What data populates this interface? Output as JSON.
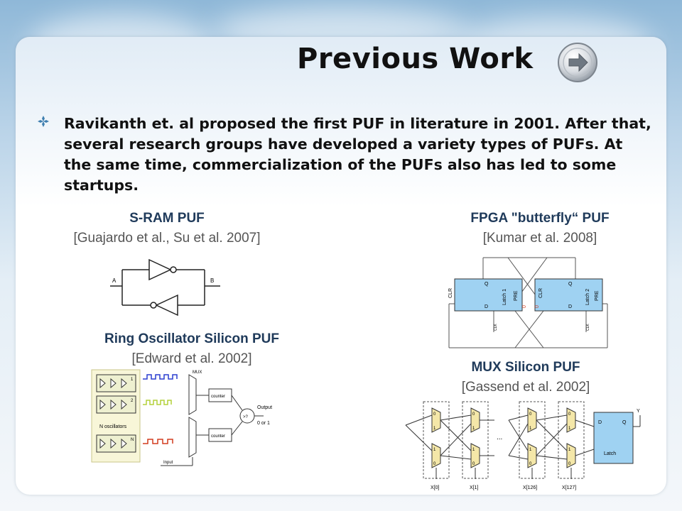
{
  "slide": {
    "title": "Previous Work",
    "bullet": "Ravikanth et. al proposed the first PUF in literature in 2001. After that, several research groups have developed a variety types of PUFs. At the same time, commercialization of the PUFs also has led to some startups."
  },
  "figures": {
    "sram": {
      "title": "S-RAM PUF",
      "cite": "[Guajardo et al., Su et al.  2007]",
      "label_a": "A",
      "label_b": "B"
    },
    "fpga": {
      "title": "FPGA \"butterfly“ PUF",
      "cite": "[Kumar et al. 2008]",
      "latch1": "Latch 1",
      "latch2": "Latch 2",
      "clr": "CLR",
      "pre": "PRE",
      "q": "Q",
      "d": "D",
      "clk": "CLK",
      "zero": "0"
    },
    "ro": {
      "title": "Ring Oscillator Silicon PUF",
      "cite": "[Edward et al. 2002]",
      "mux": "MUX",
      "counter": "counter",
      "compare": ">?",
      "output": "Output",
      "output_val": "0 or 1",
      "n_osc": "N oscillators",
      "input": "Input",
      "idx1": "1",
      "idx2": "2",
      "idxn": "N"
    },
    "mux": {
      "title": "MUX Silicon PUF",
      "cite": "[Gassend et al. 2002]",
      "latch": "Latch",
      "d": "D",
      "q": "Q",
      "y": "Y",
      "dots": "...",
      "x0": "X[0]",
      "x1": "X[1]",
      "x126": "X[126]",
      "x127": "X[127]",
      "zero": "0",
      "one": "1"
    }
  },
  "colors": {
    "accent": "#1f3a5a",
    "latch_fill": "#9fd2f2",
    "mux_fill": "#f4e7a8",
    "ro_blue": "#2b3fd0",
    "ro_yellow": "#b3d13a",
    "ro_red": "#d23c1e"
  }
}
